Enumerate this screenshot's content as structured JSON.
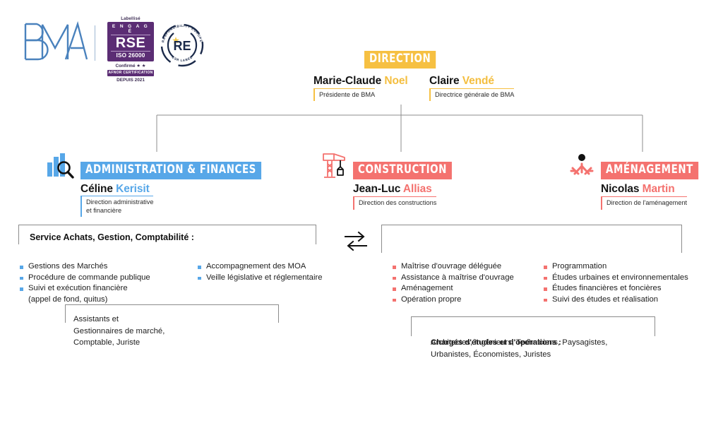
{
  "brand": {
    "logo_text": "BMA",
    "rse_label_top": "Labellisé",
    "rse_engage": "E N G A G É",
    "rse_title": "RSE",
    "rse_iso": "ISO 26000",
    "rse_confirme": "Confirmé ★ ★",
    "rse_afnor": "AFNOR CERTIFICATION",
    "rse_depuis": "DEPUIS 2021",
    "re_center": "RE",
    "re_arc_top": "RESPONSIBILITY EUROPE",
    "re_arc_bottom": "CSR LABEL"
  },
  "colors": {
    "direction": "#F6C042",
    "admin": "#57A7E8",
    "construction": "#F4726F",
    "amenagement": "#F4726F",
    "frame": "#8c8c8c",
    "text": "#1a1a1a"
  },
  "direction": {
    "badge": "DIRECTION",
    "people": [
      {
        "first": "Marie-Claude",
        "last": "Noel",
        "role": "Présidente de BMA"
      },
      {
        "first": "Claire",
        "last": "Vendé",
        "role": "Directrice générale de BMA"
      }
    ]
  },
  "departments": [
    {
      "key": "admin",
      "badge": "ADMINISTRATION & FINANCES",
      "icon": "bar-chart-magnifier-icon",
      "person_first": "Céline",
      "person_last": "Kerisit",
      "role": "Direction administrative\net financière"
    },
    {
      "key": "construction",
      "badge": "CONSTRUCTION",
      "icon": "crane-icon",
      "person_first": "Jean-Luc",
      "person_last": "Allias",
      "role": "Direction des constructions"
    },
    {
      "key": "amenagement",
      "badge": "AMÉNAGEMENT",
      "icon": "site-plan-person-icon",
      "person_first": "Nicolas",
      "person_last": "Martin",
      "role": "Direction de l'aménagement"
    }
  ],
  "panels": {
    "achats": {
      "title": "Service Achats, Gestion, Comptabilité :",
      "col1": [
        "Gestions des Marchés",
        "Procédure de commande publique",
        "Suivi et exécution financière",
        "(appel de fond, quitus)"
      ],
      "col2": [
        "Accompagnement des MOA",
        "Veille législative et réglementaire"
      ]
    },
    "operations": {
      "col1": [
        "Maîtrise d'ouvrage déléguée",
        "Assistance à maîtrise d'ouvrage",
        "Aménagement",
        "Opération propre"
      ],
      "col2": [
        "Programmation",
        "Études urbaines et environnementales",
        "Études financières et foncières",
        "Suivi des études et réalisation"
      ]
    },
    "assistants": {
      "text": "Assistants et\nGestionnaires de marché,\nComptable, Juriste"
    },
    "charges": {
      "lead": "Chargés d'études et d'opérations :",
      "text": "Architectes, Ingénieurs, Techniciens, Paysagistes,\nUrbanistes, Économistes, Juristes"
    }
  },
  "exchange_arrow": "bidirectional-exchange-icon"
}
